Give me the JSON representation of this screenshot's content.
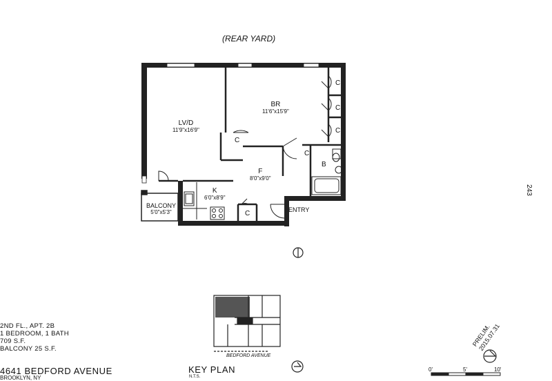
{
  "header": {
    "label": "(REAR YARD)"
  },
  "rooms": {
    "living": {
      "name": "LV/D",
      "dims": "11'9\"x16'9\""
    },
    "bedroom": {
      "name": "BR",
      "dims": "11'6\"x15'9\""
    },
    "foyer": {
      "name": "F",
      "dims": "8'0\"x9'0\""
    },
    "kitchen": {
      "name": "K",
      "dims": "6'0\"x8'9\""
    },
    "balcony": {
      "name": "BALCONY",
      "dims": "5'0\"x5'3\""
    },
    "bath": {
      "name": "B"
    },
    "closet": "C",
    "entry": "ENTRY"
  },
  "unit_info": {
    "lines": [
      "2ND FL., APT. 2B",
      "1 BEDROOM, 1 BATH",
      "709 S.F.",
      "BALCONY 25 S.F."
    ],
    "address": "4641 BEDFORD AVENUE",
    "city": "BROOKLYN, NY"
  },
  "key_plan": {
    "title": "KEY PLAN",
    "scale_note": "N.T.S.",
    "street": "BEDFORD AVENUE"
  },
  "stamp": {
    "line1": "PRELIM.",
    "line2": "2015.07.31"
  },
  "page_number": "243",
  "scale_bar": {
    "labels": [
      "0'",
      "5'",
      "10'"
    ]
  }
}
